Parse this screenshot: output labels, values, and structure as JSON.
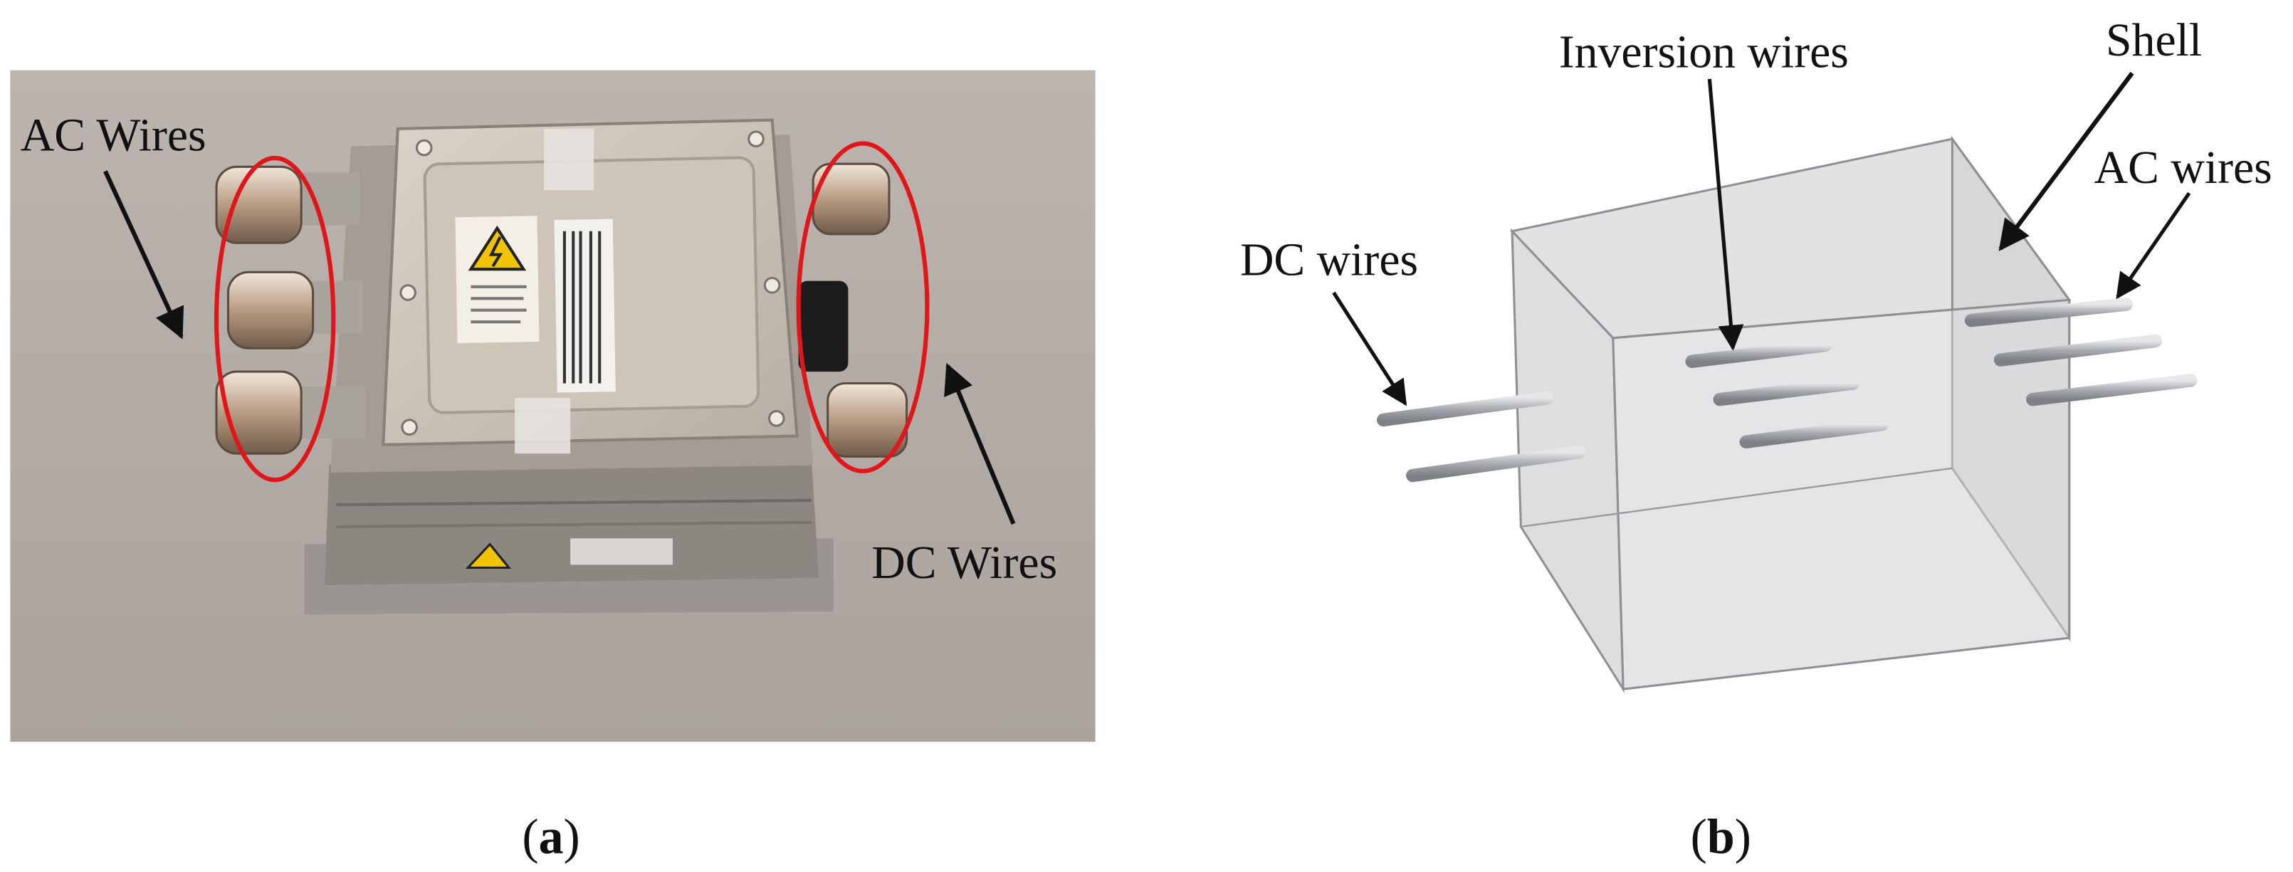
{
  "panel_a": {
    "labels": {
      "ac_wires": "AC Wires",
      "dc_wires": "DC Wires"
    },
    "caption": {
      "open": "(",
      "letter": "a",
      "close": ")"
    }
  },
  "panel_b": {
    "labels": {
      "inversion_wires": "Inversion wires",
      "shell": "Shell",
      "ac_wires": "AC wires",
      "dc_wires": "DC wires"
    },
    "caption": {
      "open": "(",
      "letter": "b",
      "close": ")"
    }
  },
  "colors": {
    "background": "#ffffff",
    "photo_backdrop": "#b3aca6",
    "highlight_ellipse": "#e0161b",
    "shell_fill": "#cfd0d3",
    "wire": "#9ea1a5",
    "arrow": "#111111"
  },
  "icons": [
    "high-voltage-warning-icon"
  ]
}
